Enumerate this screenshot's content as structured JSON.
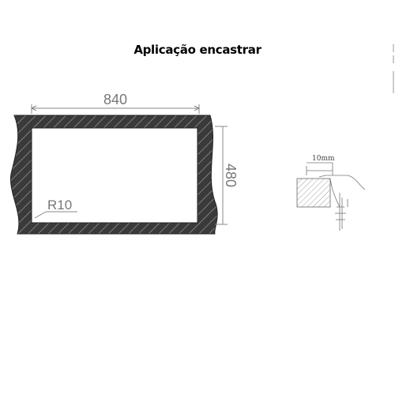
{
  "title": "Aplicação encastrar",
  "dimensions": {
    "width_label": "840",
    "height_label": "480",
    "radius_label": "R10",
    "gap_label": "10mm"
  },
  "colors": {
    "outline": "#333333",
    "dimension": "#888888"
  }
}
